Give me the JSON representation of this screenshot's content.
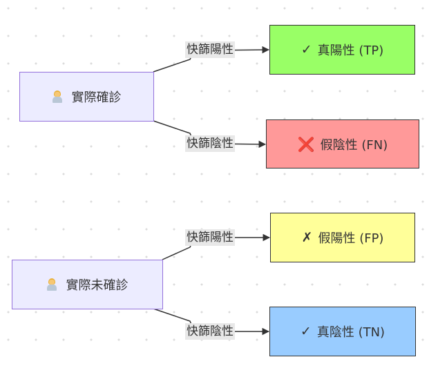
{
  "diagram": {
    "nodes": {
      "actual_positive": {
        "label": "實際確診",
        "icon": "doctor-icon"
      },
      "actual_negative": {
        "label": "實際未確診",
        "icon": "doctor-icon"
      },
      "tp": {
        "label": "真陽性 (TP)",
        "icon": "check-mark-icon",
        "glyph": "✓",
        "fill": "#99ff66"
      },
      "fn": {
        "label": "假陰性 (FN)",
        "icon": "cross-mark-icon",
        "glyph": "❌",
        "fill": "#ff9999"
      },
      "fp": {
        "label": "假陽性 (FP)",
        "icon": "ballot-x-icon",
        "glyph": "✗",
        "fill": "#ffff99"
      },
      "tn": {
        "label": "真陰性 (TN)",
        "icon": "check-mark-icon",
        "glyph": "✓",
        "fill": "#99ccff"
      }
    },
    "edges": {
      "ap_to_tp": "快篩陽性",
      "ap_to_fn": "快篩陰性",
      "an_to_fp": "快篩陽性",
      "an_to_tn": "快篩陰性"
    },
    "colors": {
      "source_fill": "#ececff",
      "source_border": "#9370db",
      "edge_line": "#333333",
      "edge_label_bg": "#e8e8e8"
    }
  }
}
